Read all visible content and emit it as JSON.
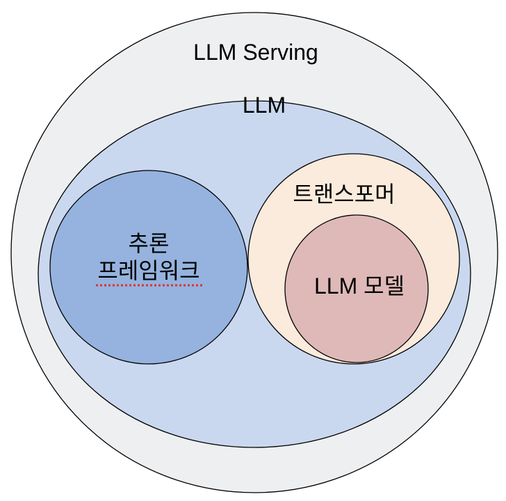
{
  "diagram": {
    "outer": {
      "label": "LLM Serving",
      "fill": "#eeeff1"
    },
    "llm": {
      "label": "LLM",
      "fill": "#c9d8ef"
    },
    "inference_framework": {
      "label_line1": "추론",
      "label_line2": "프레임워크",
      "fill": "#95b3de"
    },
    "transformer": {
      "label": "트랜스포머",
      "fill": "#fbebdd"
    },
    "llm_model": {
      "label": "LLM 모델",
      "fill": "#deb9b8"
    },
    "spellcheck_underline_color": "#e03030"
  }
}
